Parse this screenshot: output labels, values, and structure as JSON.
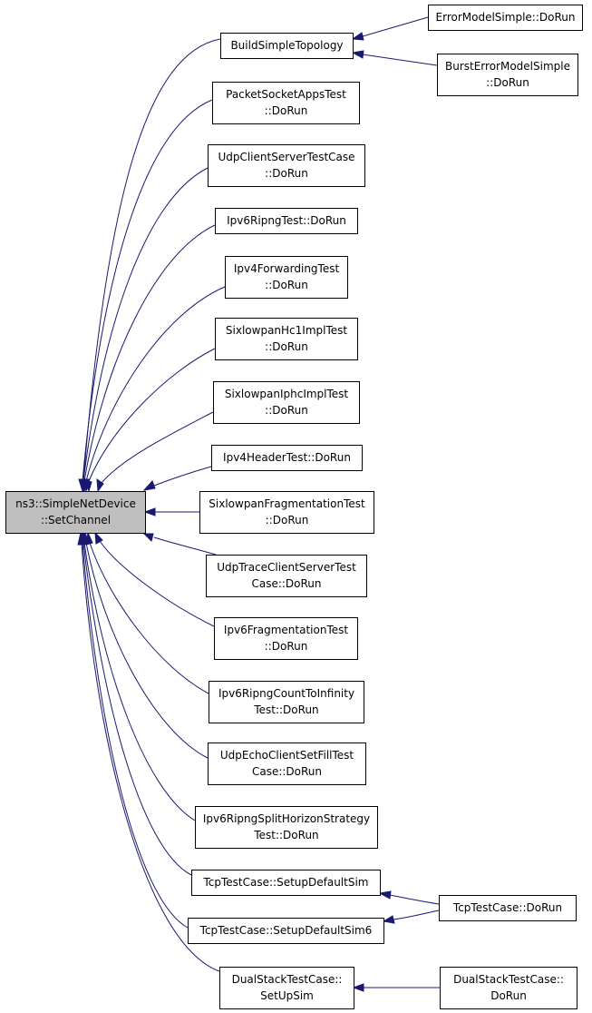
{
  "graph": {
    "root": "setchannel",
    "nodes": [
      {
        "id": "setchannel",
        "lines": [
          "ns3::SimpleNetDevice",
          "::SetChannel"
        ],
        "highlighted": true
      },
      {
        "id": "buildsimple",
        "lines": [
          "BuildSimpleTopology"
        ]
      },
      {
        "id": "errormodel",
        "lines": [
          "ErrorModelSimple::DoRun"
        ]
      },
      {
        "id": "bursterror",
        "lines": [
          "BurstErrorModelSimple",
          "::DoRun"
        ]
      },
      {
        "id": "packetsocket",
        "lines": [
          "PacketSocketAppsTest",
          "::DoRun"
        ]
      },
      {
        "id": "udpclientserver",
        "lines": [
          "UdpClientServerTestCase",
          "::DoRun"
        ]
      },
      {
        "id": "ipv6ripng",
        "lines": [
          "Ipv6RipngTest::DoRun"
        ]
      },
      {
        "id": "ipv4forwarding",
        "lines": [
          "Ipv4ForwardingTest",
          "::DoRun"
        ]
      },
      {
        "id": "sixlowpanhc1",
        "lines": [
          "SixlowpanHc1ImplTest",
          "::DoRun"
        ]
      },
      {
        "id": "sixlowpaniphc",
        "lines": [
          "SixlowpanIphcImplTest",
          "::DoRun"
        ]
      },
      {
        "id": "ipv4header",
        "lines": [
          "Ipv4HeaderTest::DoRun"
        ]
      },
      {
        "id": "sixlowpanfrag",
        "lines": [
          "SixlowpanFragmentationTest",
          "::DoRun"
        ]
      },
      {
        "id": "udptrace",
        "lines": [
          "UdpTraceClientServerTest",
          "Case::DoRun"
        ]
      },
      {
        "id": "ipv6frag",
        "lines": [
          "Ipv6FragmentationTest",
          "::DoRun"
        ]
      },
      {
        "id": "ripngcount",
        "lines": [
          "Ipv6RipngCountToInfinity",
          "Test::DoRun"
        ]
      },
      {
        "id": "udpecho",
        "lines": [
          "UdpEchoClientSetFillTest",
          "Case::DoRun"
        ]
      },
      {
        "id": "ripngsplit",
        "lines": [
          "Ipv6RipngSplitHorizonStrategy",
          "Test::DoRun"
        ]
      },
      {
        "id": "tcpsetup",
        "lines": [
          "TcpTestCase::SetupDefaultSim"
        ]
      },
      {
        "id": "tcpsetup6",
        "lines": [
          "TcpTestCase::SetupDefaultSim6"
        ]
      },
      {
        "id": "tcpdorun",
        "lines": [
          "TcpTestCase::DoRun"
        ]
      },
      {
        "id": "dualsetup",
        "lines": [
          "DualStackTestCase::",
          "SetUpSim"
        ]
      },
      {
        "id": "dualdorun",
        "lines": [
          "DualStackTestCase::",
          "DoRun"
        ]
      }
    ],
    "edges": [
      {
        "from": "buildsimple",
        "to": "setchannel"
      },
      {
        "from": "packetsocket",
        "to": "setchannel"
      },
      {
        "from": "udpclientserver",
        "to": "setchannel"
      },
      {
        "from": "ipv6ripng",
        "to": "setchannel"
      },
      {
        "from": "ipv4forwarding",
        "to": "setchannel"
      },
      {
        "from": "sixlowpanhc1",
        "to": "setchannel"
      },
      {
        "from": "sixlowpaniphc",
        "to": "setchannel"
      },
      {
        "from": "ipv4header",
        "to": "setchannel"
      },
      {
        "from": "sixlowpanfrag",
        "to": "setchannel"
      },
      {
        "from": "udptrace",
        "to": "setchannel"
      },
      {
        "from": "ipv6frag",
        "to": "setchannel"
      },
      {
        "from": "ripngcount",
        "to": "setchannel"
      },
      {
        "from": "udpecho",
        "to": "setchannel"
      },
      {
        "from": "ripngsplit",
        "to": "setchannel"
      },
      {
        "from": "tcpsetup",
        "to": "setchannel"
      },
      {
        "from": "tcpsetup6",
        "to": "setchannel"
      },
      {
        "from": "dualsetup",
        "to": "setchannel"
      },
      {
        "from": "errormodel",
        "to": "buildsimple"
      },
      {
        "from": "bursterror",
        "to": "buildsimple"
      },
      {
        "from": "tcpdorun",
        "to": "tcpsetup"
      },
      {
        "from": "tcpdorun",
        "to": "tcpsetup6"
      },
      {
        "from": "dualdorun",
        "to": "dualsetup"
      }
    ]
  },
  "colors": {
    "edge": "#191970",
    "root_fill": "#bfbfbf",
    "node_fill": "#ffffff",
    "node_border": "#000000"
  }
}
